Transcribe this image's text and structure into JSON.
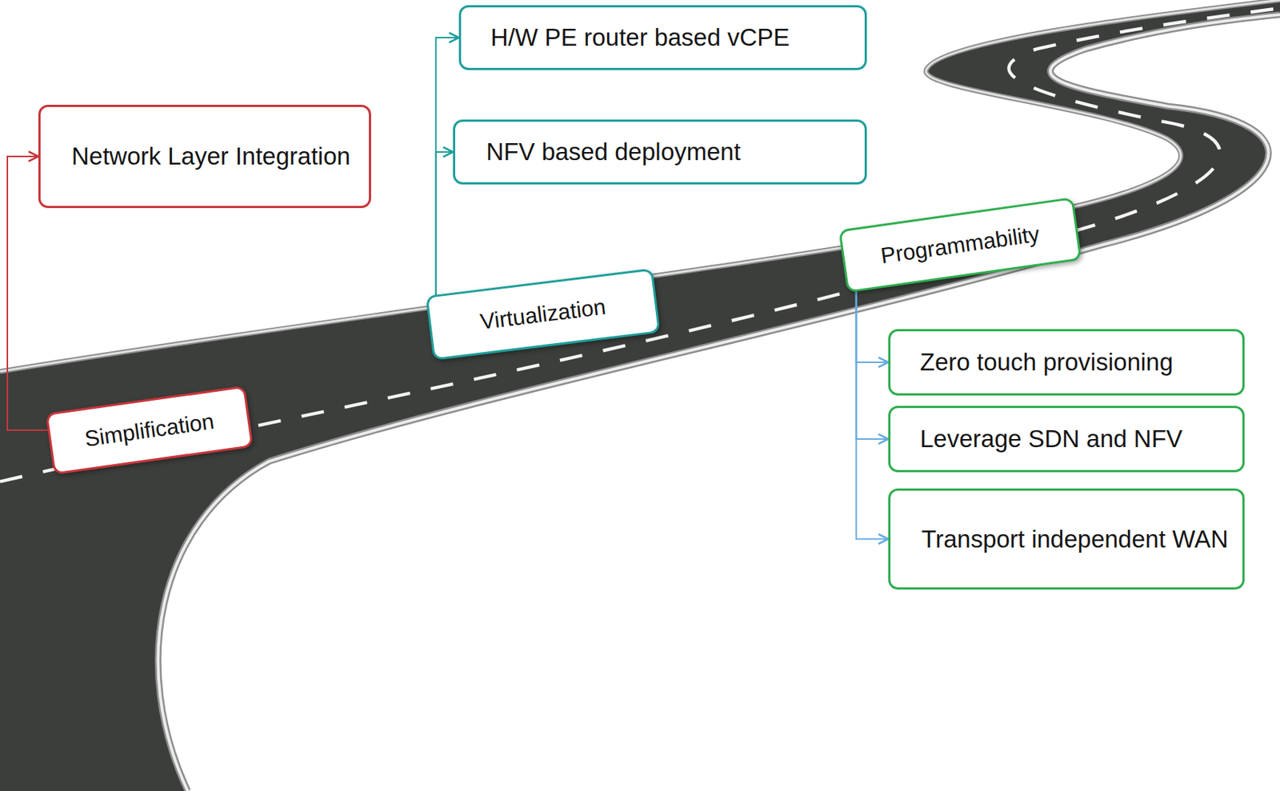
{
  "diagram": {
    "nodes": [
      {
        "text": [
          "Simplification"
        ]
      },
      {
        "text": [
          "Network Layer Integration"
        ]
      },
      {
        "text": [
          "Virtualization"
        ]
      },
      {
        "text": [
          "H/W PE router based vCPE"
        ]
      },
      {
        "text": [
          "NFV based deployment"
        ]
      },
      {
        "text": [
          "Programmability"
        ]
      },
      {
        "text": [
          "Zero touch provisioning"
        ]
      },
      {
        "text": [
          "Leverage SDN and NFV"
        ]
      },
      {
        "text": [
          "Transport independent WAN"
        ]
      }
    ],
    "edges": [
      {
        "from": 0,
        "to": 1,
        "arrow": "to"
      },
      {
        "from": 2,
        "to": 3,
        "arrow": "to"
      },
      {
        "from": 2,
        "to": 4,
        "arrow": "to"
      },
      {
        "from": 5,
        "to": 6,
        "arrow": "to"
      },
      {
        "from": 5,
        "to": 7,
        "arrow": "to"
      },
      {
        "from": 5,
        "to": 8,
        "arrow": "to"
      }
    ]
  }
}
